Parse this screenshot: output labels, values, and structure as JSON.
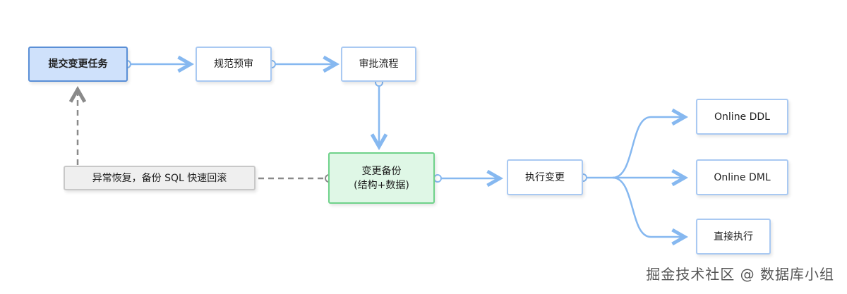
{
  "nodes": {
    "submit": "提交变更任务",
    "prereview": "规范预审",
    "approval": "审批流程",
    "backup_line1": "变更备份",
    "backup_line2": "(结构+数据)",
    "execute": "执行变更",
    "online_ddl": "Online DDL",
    "online_dml": "Online DML",
    "direct_exec": "直接执行",
    "recovery": "异常恢复，备份 SQL 快速回滚"
  },
  "watermark": "掘金技术社区 @ 数据库小组",
  "colors": {
    "arrow": "#86b8f0",
    "dashed_arrow": "#8a8a8a",
    "primary_fill": "#cfe1fb",
    "primary_border": "#5a8fd6",
    "backup_fill": "#dff7e6",
    "backup_border": "#6fd28a",
    "recovery_fill": "#efefef"
  }
}
